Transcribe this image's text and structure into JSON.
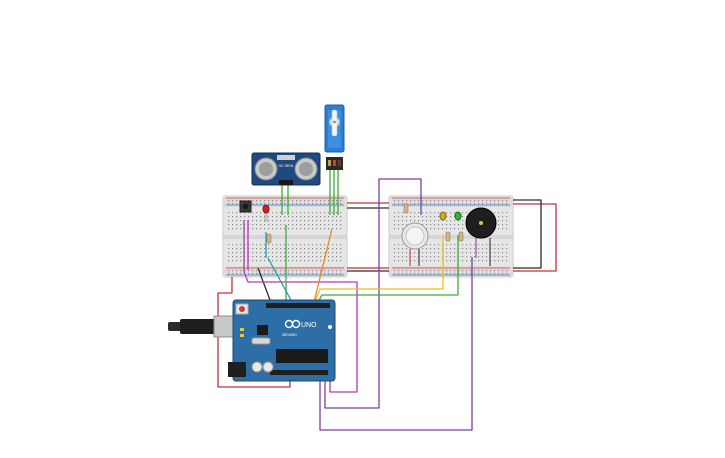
{
  "arduino": {
    "brand": "ARDUINO",
    "model": "UNO",
    "board_color": "#2e6ea6"
  },
  "ultrasonic_sensor": {
    "model": "HC-SR04"
  },
  "servo": {
    "body_color": "#2b7fd0"
  },
  "colors": {
    "breadboard": "#e4e4e4",
    "rail_red": "#d33a3a",
    "rail_blue": "#4a6fd0",
    "wire_red": "#c4303a",
    "wire_black": "#2a2a2a",
    "wire_green": "#3cae3c",
    "wire_purple": "#7b3f9e",
    "wire_orange": "#e88a1c",
    "wire_yellow": "#e6c21a",
    "wire_teal": "#1b9fb0",
    "wire_magenta": "#b03ab5"
  }
}
